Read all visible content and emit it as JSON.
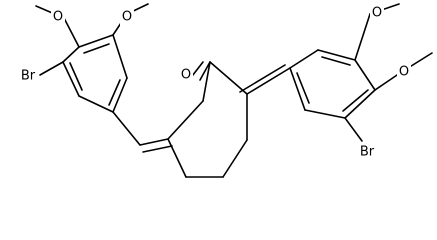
{
  "molecule": {
    "atoms": {
      "oxygen": "O",
      "bromine": "Br"
    },
    "counts": {
      "bromine": 2,
      "methoxy_groups": 4,
      "ketone_oxygen": 1
    }
  }
}
